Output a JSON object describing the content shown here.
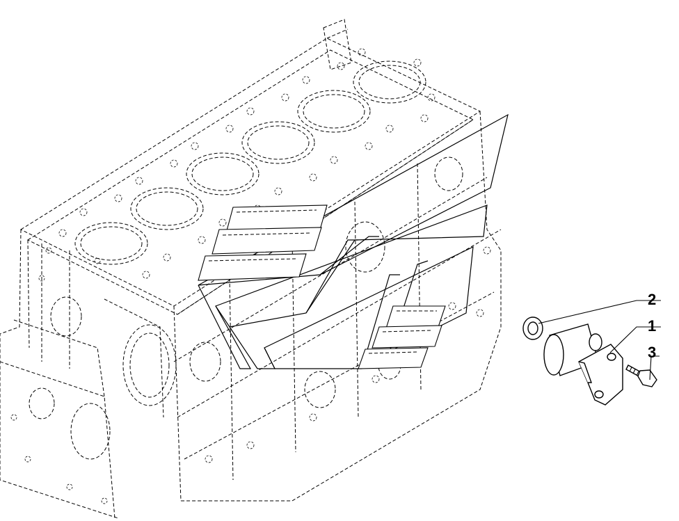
{
  "callouts": [
    {
      "number": "2",
      "part": "washer"
    },
    {
      "number": "1",
      "part": "tube"
    },
    {
      "number": "3",
      "part": "bolt"
    }
  ],
  "colors": {
    "line": "#000000",
    "background": "#ffffff"
  }
}
